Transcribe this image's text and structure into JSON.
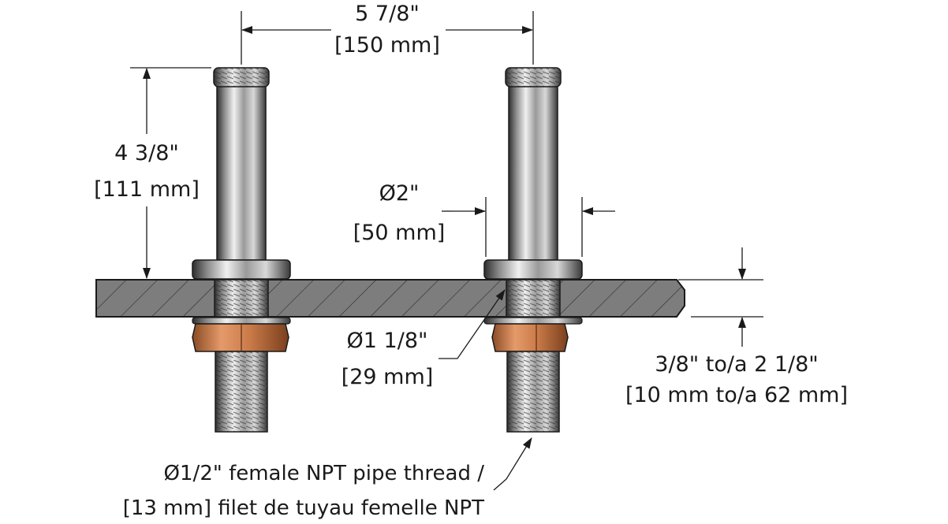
{
  "dimensions": {
    "spacing_imperial": "5 7/8\"",
    "spacing_metric": "[150 mm]",
    "height_imperial": "4 3/8\"",
    "height_metric": "[111 mm]",
    "shank_dia_imperial": "Ø2\"",
    "shank_dia_metric": "[50 mm]",
    "hole_dia_imperial": "Ø1  1/8\"",
    "hole_dia_metric": "[29 mm]",
    "deck_thickness_imperial": "3/8\" to/a 2 1/8\"",
    "deck_thickness_metric": "[10 mm to/a 62 mm]"
  },
  "thread_note": {
    "line1": "Ø1/2\" female NPT pipe thread /",
    "line2": "[13 mm] filet de tuyau femelle NPT"
  },
  "colors": {
    "line": "#1a1a1a",
    "deck_fill": "#7a7a7a",
    "steel_light": "#e6e6e6",
    "steel_dark": "#3a3a3a",
    "nut": "#d98a5a"
  }
}
